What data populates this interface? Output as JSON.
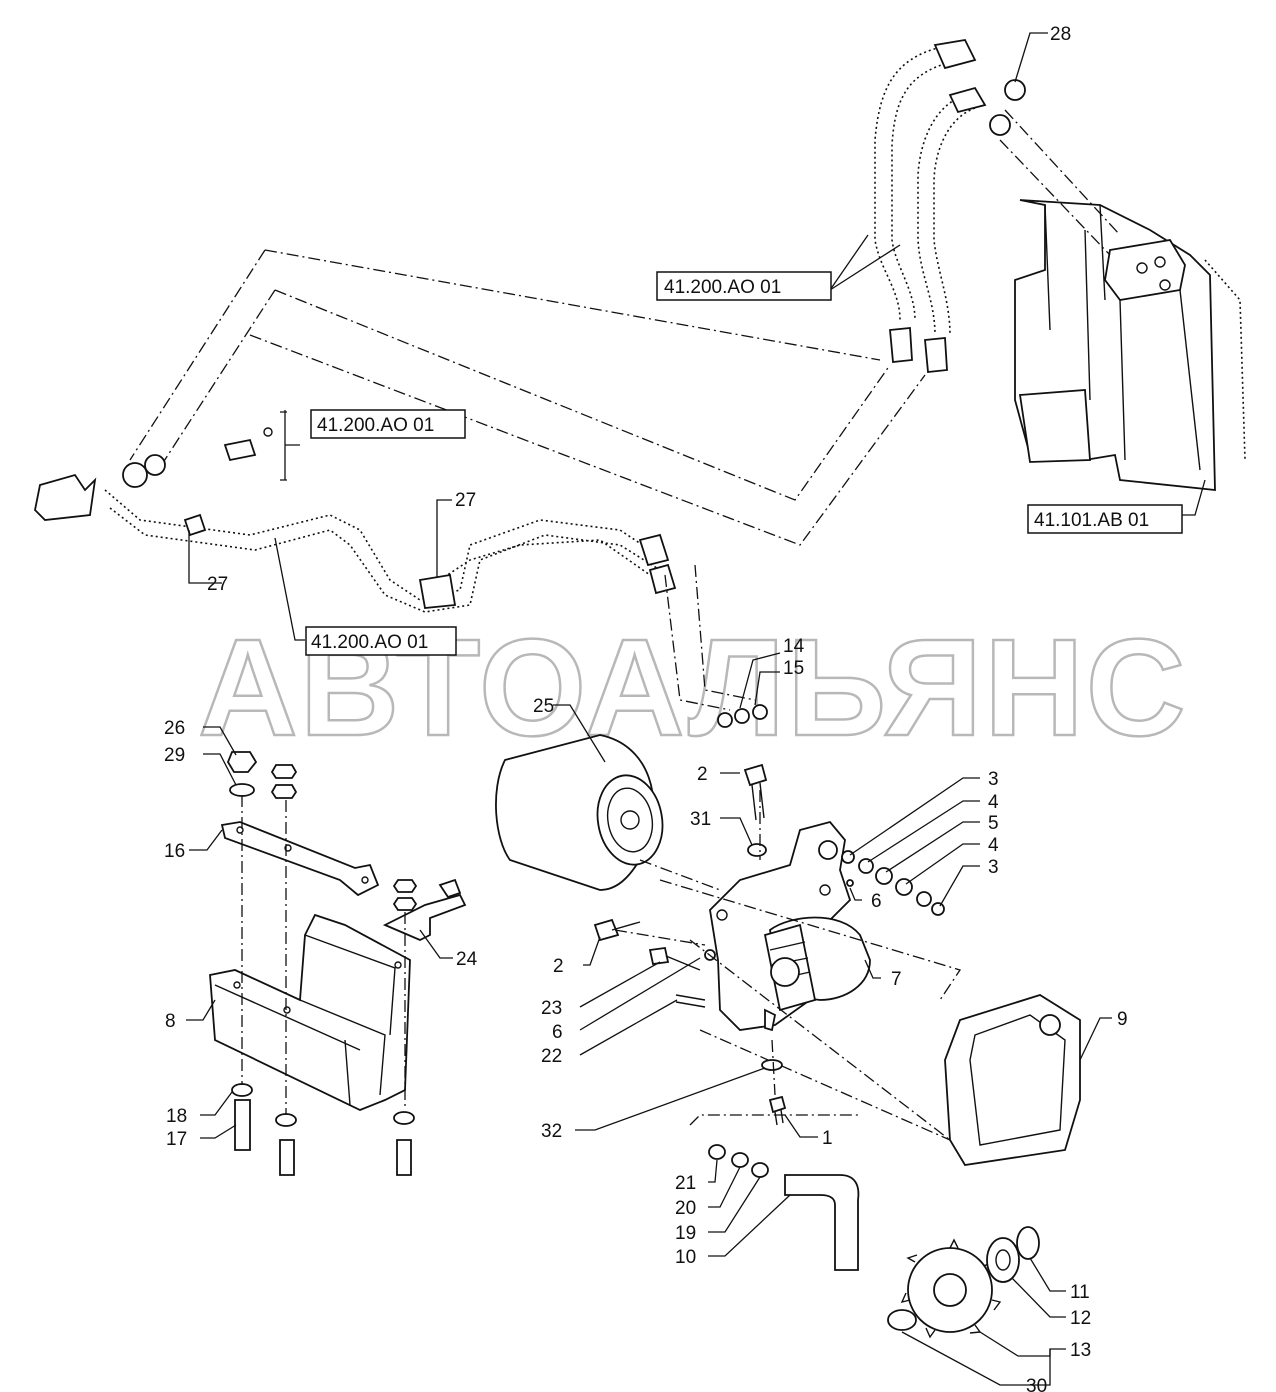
{
  "watermark": "АВТОАЛЬЯНС",
  "references": {
    "ref_top_pipes": "41.200.AO 01",
    "ref_left_fitting": "41.200.AO 01",
    "ref_lower_pipes": "41.200.AO 01",
    "ref_frame": "41.101.AB 01"
  },
  "callouts": {
    "c28": "28",
    "c27a": "27",
    "c27b": "27",
    "c14": "14",
    "c15": "15",
    "c25": "25",
    "c26": "26",
    "c29": "29",
    "c2a": "2",
    "c31": "31",
    "c16": "16",
    "c3a": "3",
    "c4a": "4",
    "c5": "5",
    "c4b": "4",
    "c3b": "3",
    "c6a": "6",
    "c7": "7",
    "c24": "24",
    "c2b": "2",
    "c23": "23",
    "c6b": "6",
    "c22": "22",
    "c8": "8",
    "c9": "9",
    "c32": "32",
    "c1": "1",
    "c18": "18",
    "c17": "17",
    "c21": "21",
    "c20": "20",
    "c19": "19",
    "c10": "10",
    "c11": "11",
    "c12": "12",
    "c13": "13",
    "c30": "30"
  }
}
